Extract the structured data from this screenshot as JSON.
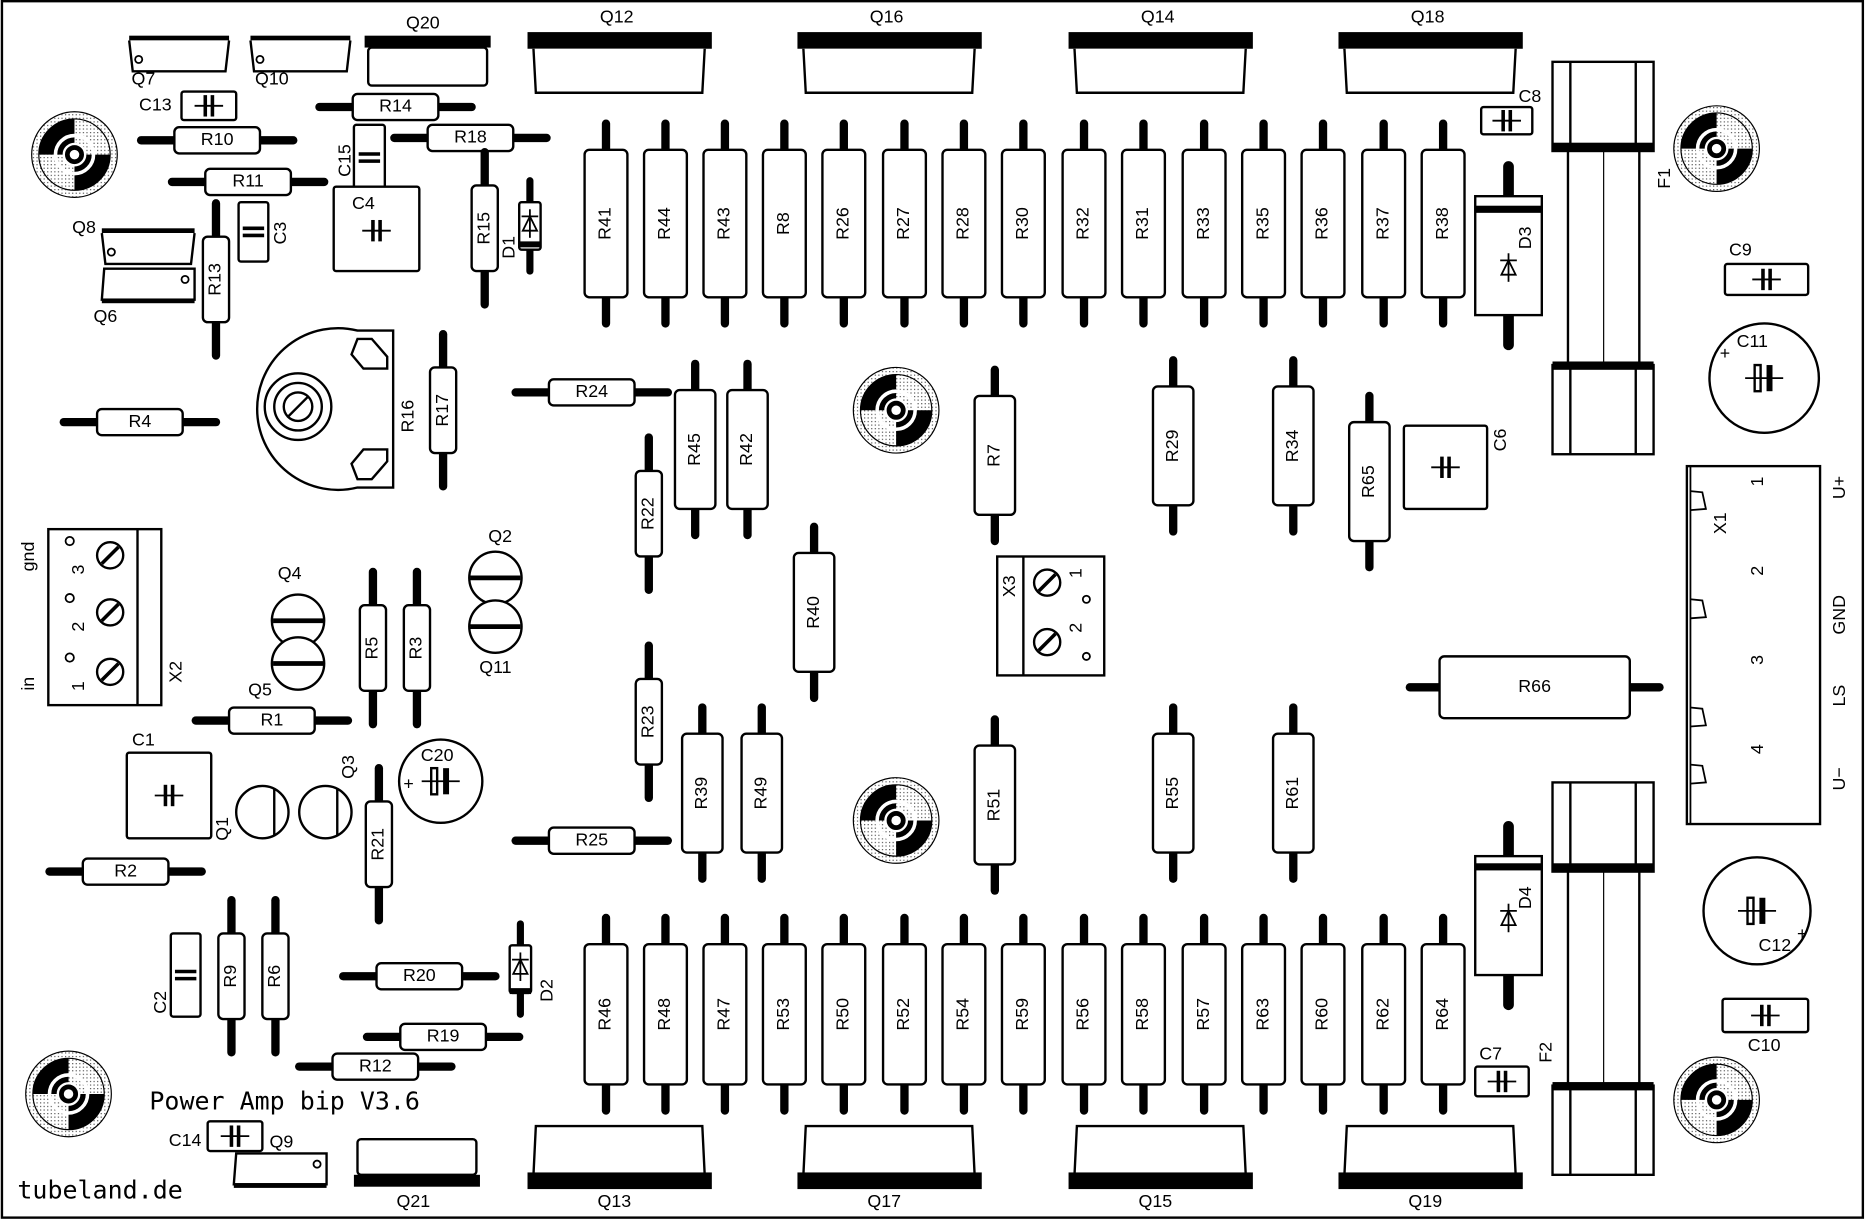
{
  "board": {
    "title": "Power Amp bip V3.6",
    "website": "tubeland.de",
    "colors": {
      "ink": "#000000",
      "paper": "#ffffff",
      "hatch": "#9a9a9a"
    }
  },
  "transistors_power": [
    "Q12",
    "Q16",
    "Q14",
    "Q18",
    "Q13",
    "Q17",
    "Q15",
    "Q19"
  ],
  "transistors_driver": [
    "Q20",
    "Q21"
  ],
  "transistors_small_flat": [
    "Q7",
    "Q10",
    "Q8",
    "Q6",
    "Q9"
  ],
  "transistors_round": [
    "Q4",
    "Q5",
    "Q2",
    "Q11",
    "Q1",
    "Q3"
  ],
  "resistor_row_top": [
    "R41",
    "R44",
    "R43",
    "R8",
    "R26",
    "R27",
    "R28",
    "R30",
    "R32",
    "R31",
    "R33",
    "R35",
    "R36",
    "R37",
    "R38"
  ],
  "resistor_row_bottom": [
    "R46",
    "R48",
    "R47",
    "R53",
    "R50",
    "R52",
    "R54",
    "R59",
    "R56",
    "R58",
    "R57",
    "R63",
    "R60",
    "R62",
    "R64"
  ],
  "resistors": [
    "R14",
    "R10",
    "R18",
    "R11",
    "R4",
    "R24",
    "R25",
    "R1",
    "R2",
    "R20",
    "R19",
    "R12",
    "R66",
    "R13",
    "R15",
    "R17",
    "R45",
    "R42",
    "R22",
    "R40",
    "R23",
    "R39",
    "R49",
    "R5",
    "R3",
    "R21",
    "R9",
    "R6",
    "R7",
    "R29",
    "R34",
    "R65",
    "R51",
    "R55",
    "R61"
  ],
  "capacitors": [
    "C13",
    "C15",
    "C3",
    "C4",
    "C8",
    "C9",
    "C6",
    "C1",
    "C2",
    "C14",
    "C7",
    "C10"
  ],
  "electrolytics": [
    "C11",
    "C12",
    "C20"
  ],
  "diodes": [
    "D1",
    "D3",
    "D4",
    "D2"
  ],
  "fuses": [
    "F1",
    "F2"
  ],
  "trimmer": "R16",
  "connector_x1": {
    "name": "X1",
    "pins": [
      "1",
      "2",
      "3",
      "4"
    ],
    "signals": [
      "U+",
      "GND",
      "LS",
      "U−"
    ]
  },
  "connector_x2": {
    "name": "X2",
    "pins": [
      "1",
      "2",
      "3"
    ],
    "signals": [
      "in",
      "gnd"
    ]
  },
  "connector_x3": {
    "name": "X3",
    "pins": [
      "1",
      "2"
    ]
  }
}
